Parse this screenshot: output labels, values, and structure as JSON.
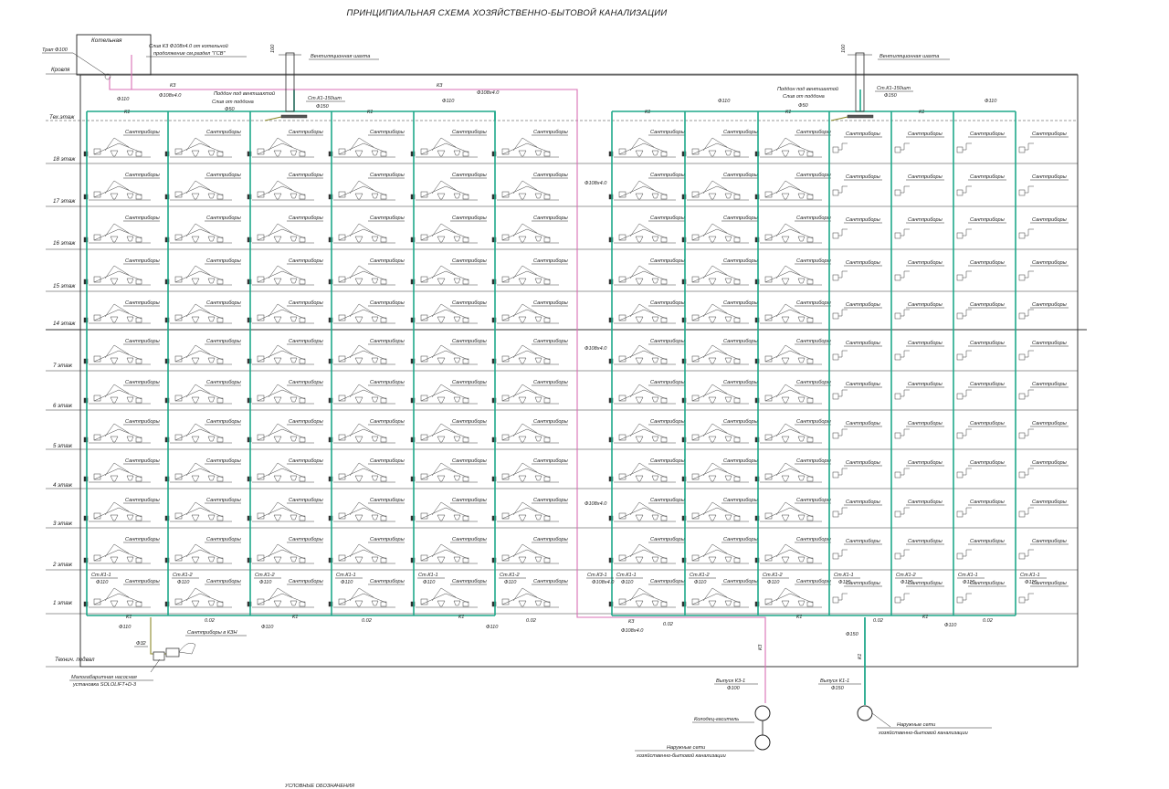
{
  "title": "ПРИНЦИПИАЛЬНАЯ СХЕМА  ХОЗЯЙСТВЕННО-БЫТОВОЙ КАНАЛИЗАЦИИ",
  "footer_text": "УСЛОВНЫЕ ОБОЗНАЧЕНИЯ",
  "floors": [
    "Тех.этаж",
    "18 этаж",
    "17 этаж",
    "16 этаж",
    "15 этаж",
    "14 этаж",
    "7 этаж",
    "6 этаж",
    "5 этаж",
    "4 этаж",
    "3 этаж",
    "2 этаж",
    "1 этаж"
  ],
  "roof_label": "Кровля",
  "basement_label": "Технич. подвал",
  "boiler_room_label": "Котельная",
  "fixture_label": "Сантприборы",
  "labels": {
    "trap": "Трап Ф100",
    "drain_k3": "Слив К3 Ф108х4.0 от котельной",
    "drain_k3_cont": "продолжение см.раздел \"ГСВ\"",
    "vent_shaft": "Вентиляционная шахта",
    "pallet": "Поддон под вентшахтой",
    "pallet_drain": "Слив от поддона",
    "d50": "Ф50",
    "d110": "Ф110",
    "d150": "Ф150",
    "d100": "Ф100",
    "d32": "Ф32",
    "pipe108": "Ф108х4.0",
    "k1": "К1",
    "k3": "К3",
    "riser_k1_150": "Ст.К1-150шт",
    "riser_k1_150b": "Ст.К1-150шт",
    "slope": "0.02",
    "riser_k1_1": "Ст.К1-1",
    "riser_k1_2": "Ст.К1-2",
    "riser_k3_1": "Ст.К3-1",
    "fixtures_kzn": "Сантприборы в КЗН",
    "pump_station": "Малогабаритная насосная",
    "pump_model": "установка SOLOLIFT+D-3",
    "outlet_k3": "Выпуск К3-1",
    "outlet_k3_d": "Ф100",
    "outlet_k1": "Выпуск К1-1",
    "outlet_k1_d": "Ф150",
    "well_k3": "Колодец-гаситель",
    "ext_net_a": "Наружные сети",
    "ext_net_b": "хозяйственно-бытовой канализации",
    "ext_net_c": "Наружные сети",
    "ext_net_d": "хозяйственно-бытовой канализации",
    "v100": "100"
  }
}
